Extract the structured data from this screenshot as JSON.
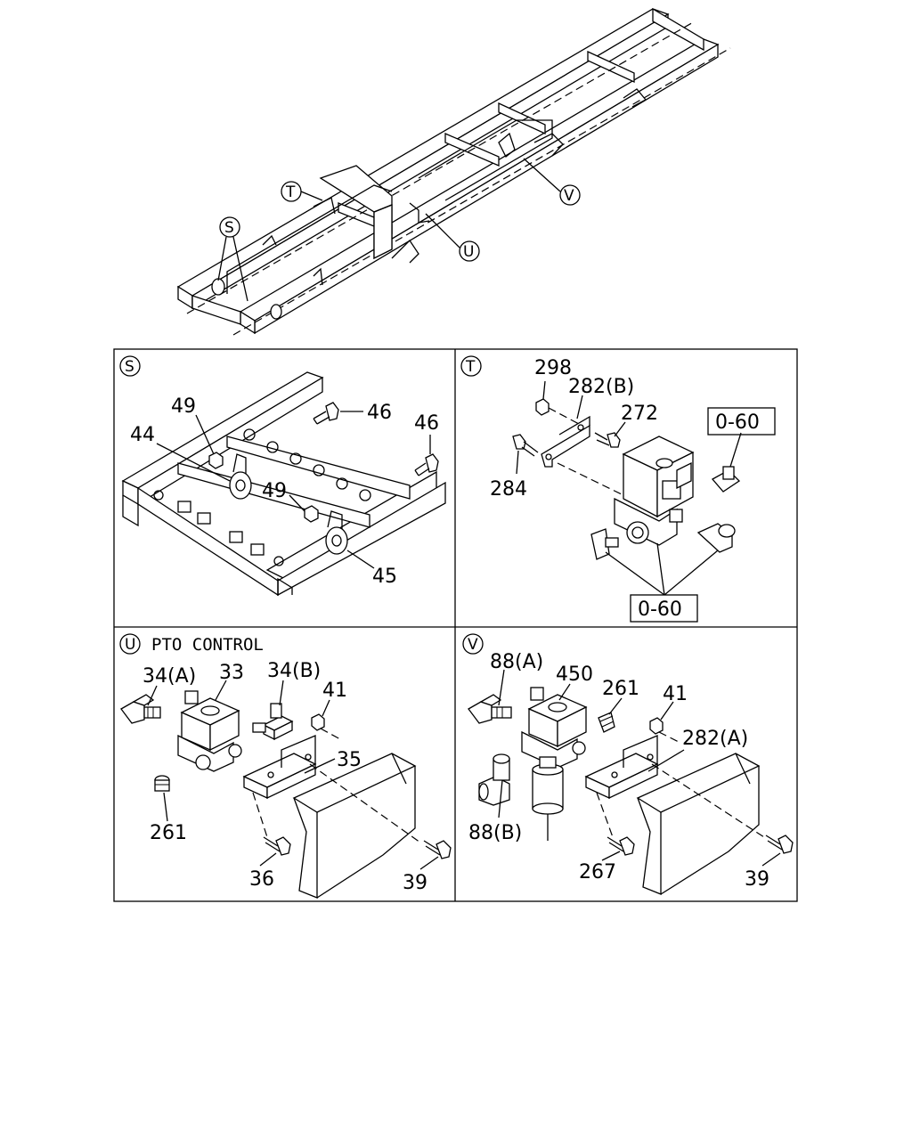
{
  "overview": {
    "callouts": {
      "s": "S",
      "t": "T",
      "u": "U",
      "v": "V"
    }
  },
  "panel_s": {
    "id": "S",
    "parts": {
      "p49a": "49",
      "p44": "44",
      "p46a": "46",
      "p46b": "46",
      "p49b": "49",
      "p45": "45"
    }
  },
  "panel_t": {
    "id": "T",
    "parts": {
      "p298": "298",
      "p282b": "282(B)",
      "p272": "272",
      "p284": "284"
    },
    "refs": {
      "ref_top": "0-60",
      "ref_bottom": "0-60"
    }
  },
  "panel_u": {
    "id": "U",
    "title": "PTO CONTROL",
    "parts": {
      "p34a": "34(A)",
      "p33": "33",
      "p34b": "34(B)",
      "p41": "41",
      "p35": "35",
      "p261": "261",
      "p36": "36",
      "p39": "39"
    }
  },
  "panel_v": {
    "id": "V",
    "parts": {
      "p88a": "88(A)",
      "p450": "450",
      "p261": "261",
      "p41": "41",
      "p282a": "282(A)",
      "p88b": "88(B)",
      "p267": "267",
      "p39": "39"
    }
  }
}
